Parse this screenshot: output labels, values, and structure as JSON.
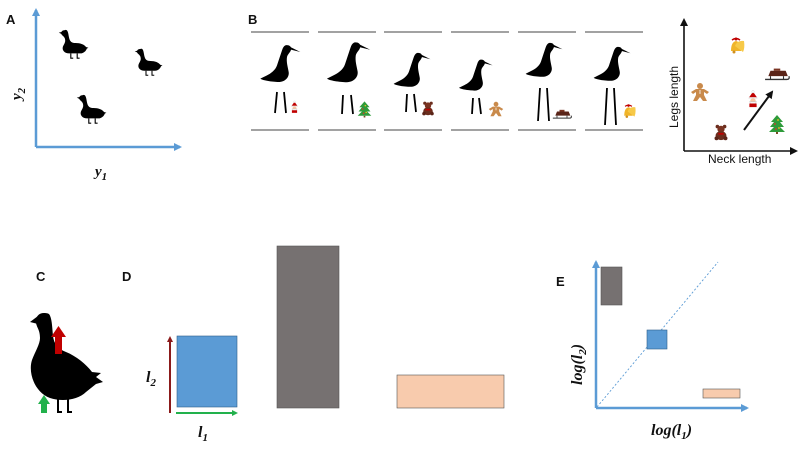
{
  "colors": {
    "axis_blue": "#5b9bd5",
    "silhouette": "#000000",
    "gray_rect": "#767171",
    "blue_rect": "#5b9bd5",
    "peach_rect": "#f8cbad",
    "arrow_red": "#c00000",
    "arrow_green": "#22b14c",
    "shelf_line": "#444444"
  },
  "panel_a": {
    "label": "A",
    "x_axis_label": "y",
    "x_axis_sub": "1",
    "y_axis_label": "y",
    "y_axis_sub": "2"
  },
  "panel_b": {
    "label": "B",
    "scatter_x_label": "Neck length",
    "scatter_y_label": "Legs length",
    "item_icons": [
      "santa-icon",
      "tree-icon",
      "teddy-bear-icon",
      "gingerbread-icon",
      "sleigh-icon",
      "bell-icon"
    ]
  },
  "panel_c": {
    "label": "C"
  },
  "panel_d": {
    "label": "D",
    "l2_label": "l",
    "l2_sub": "2",
    "l1_label": "l",
    "l1_sub": "1"
  },
  "panel_e": {
    "label": "E",
    "x_label": "log(l",
    "x_sub": "1",
    "x_close": ")",
    "y_label": "log(l",
    "y_sub": "2",
    "y_close": ")"
  }
}
